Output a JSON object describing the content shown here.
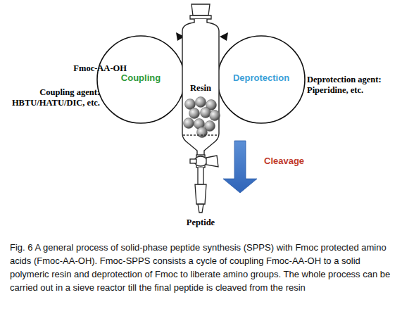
{
  "diagram": {
    "caption": "Fig. 6 A general process of solid-phase peptide synthesis (SPPS) with Fmoc protected amino acids (Fmoc-AA-OH). Fmoc-SPPS consists a cycle of coupling Fmoc-AA-OH to a solid polymeric resin and deprotection of Fmoc to liberate amino groups. The whole process can be carried out in a sieve reactor till the final peptide is cleaved from the resin",
    "nodes": [
      {
        "text": [
          "Coupling"
        ]
      },
      {
        "text": [
          "Resin"
        ]
      },
      {
        "text": [
          "Deprotection"
        ]
      }
    ],
    "labels": [
      "Fmoc-AA-OH",
      "Coupling agent: HBTU/HATU/DIC, etc.",
      "Deprotection agent: Piperidine, etc.",
      "Cleavage",
      "Peptide"
    ]
  }
}
